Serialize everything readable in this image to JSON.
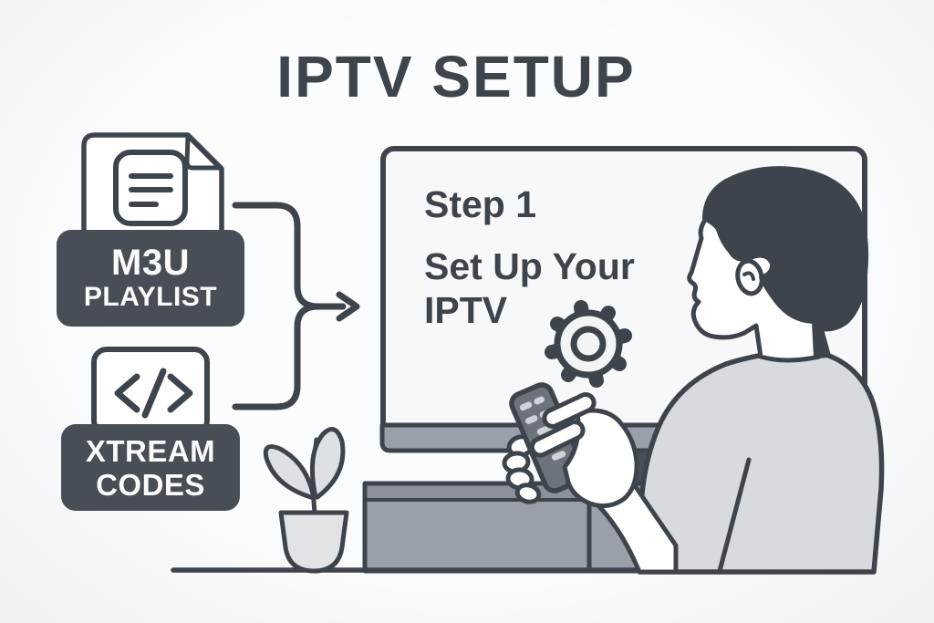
{
  "title": "IPTV SETUP",
  "sources": {
    "m3u": {
      "label_line1": "M3U",
      "label_line2": "PLAYLIST",
      "icon": "document-icon"
    },
    "xtream": {
      "label_line1": "XTREAM",
      "label_line2": "CODES",
      "icon": "code-icon"
    }
  },
  "flow": {
    "arrow_icon": "merge-arrow-icon"
  },
  "tv": {
    "heading": "Step 1",
    "subtitle_line1": "Set Up Your",
    "subtitle_line2": "IPTV",
    "icon": "gear-icon"
  },
  "scene": {
    "figure_icon": "person-holding-remote",
    "plant_icon": "potted-plant",
    "furniture_icon": "tv-stand-cabinet"
  },
  "colors": {
    "ink": "#3d444c",
    "badge": "#474e56",
    "paper": "#ffffff",
    "screen": "#f7f8fa",
    "bezel": "#99a0a7",
    "cabinet": "#99a0a7",
    "cabinet_dark": "#8b9299",
    "recess": "#474e56",
    "body": "#d7dbdf",
    "leaf": "#dde1e5",
    "pot": "#e1e4e7",
    "remote": "#6d737b",
    "button": "#cfd4d8",
    "text_light": "#fafbfc",
    "bg_center": "#fbfcfd",
    "bg_edge": "#eff1f2"
  }
}
